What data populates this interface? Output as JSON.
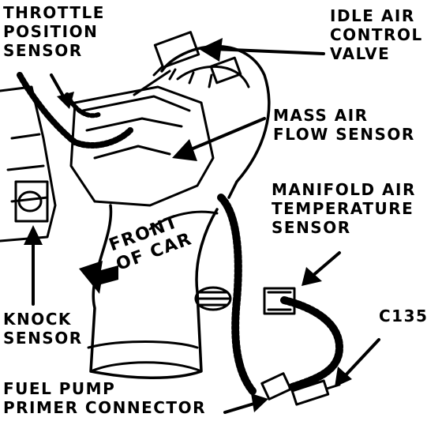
{
  "diagram": {
    "labels": {
      "throttle_position_sensor": [
        "THROTTLE",
        "POSITION",
        "SENSOR"
      ],
      "idle_air_control_valve": [
        "IDLE AIR",
        "CONTROL",
        "VALVE"
      ],
      "mass_air_flow_sensor": [
        "MASS AIR",
        "FLOW SENSOR"
      ],
      "manifold_air_temperature_sensor": [
        "MANIFOLD AIR",
        "TEMPERATURE",
        "SENSOR"
      ],
      "front_of_car": [
        "FRONT",
        "OF CAR"
      ],
      "knock_sensor": [
        "KNOCK",
        "SENSOR"
      ],
      "c135": [
        "C135"
      ],
      "fuel_pump_primer_connector": [
        "FUEL PUMP",
        "PRIMER CONNECTOR"
      ]
    },
    "colors": {
      "ink": "#000000",
      "paper": "#ffffff"
    }
  }
}
